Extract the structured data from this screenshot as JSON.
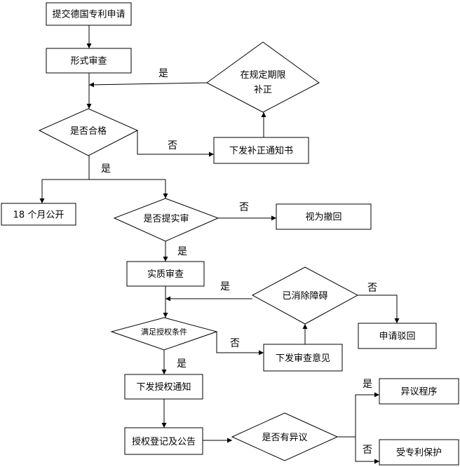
{
  "nodes": {
    "submit": "提交德国专利申请",
    "formal_exam": "形式审查",
    "correct_in_time_line1": "在规定期限",
    "correct_in_time_line2": "补正",
    "is_qualified": "是否合格",
    "issue_correction_notice": "下发补正通知书",
    "publish_18_months": "18 个月公开",
    "request_substantive_exam": "是否提实审",
    "deemed_withdrawn": "视为撤回",
    "substantive_exam": "实质审查",
    "obstacle_removed": "已消除障碍",
    "meets_grant_conditions": "满足授权条件",
    "issue_exam_opinion": "下发审查意见",
    "application_rejected": "申请驳回",
    "issue_grant_notice": "下发授权通知",
    "grant_registration": "授权登记及公告",
    "has_objection": "是否有异议",
    "objection_procedure": "异议程序",
    "patent_protection": "受专利保护"
  },
  "edge_labels": {
    "yes_correction": "是",
    "no_qualified": "否",
    "yes_qualified": "是",
    "no_request": "否",
    "yes_request": "是",
    "yes_obstacle": "是",
    "no_obstacle": "否",
    "no_grant": "否",
    "yes_grant": "是",
    "yes_objection": "是",
    "no_objection": "否"
  }
}
